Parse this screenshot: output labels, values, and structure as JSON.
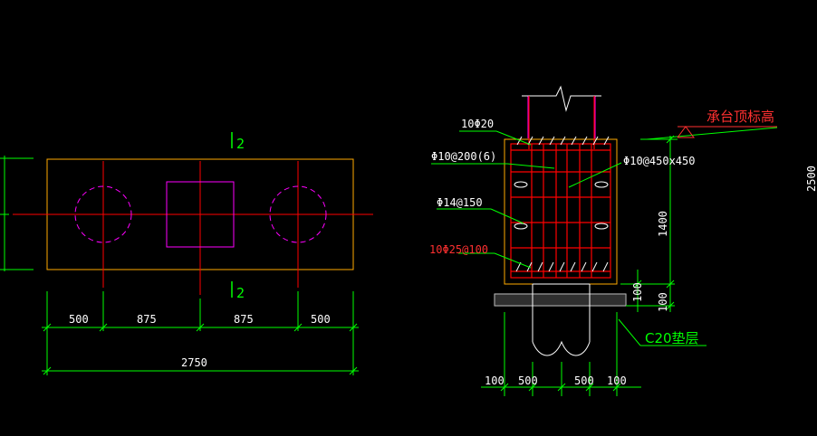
{
  "colors": {
    "background": "#000000",
    "cap_outline": "#ffaa00",
    "axis": "#ff0000",
    "pile": "#ff00ff",
    "column": "#ff00ff",
    "dimension": "#00ff00",
    "dim_text": "#ffffff",
    "rebar_main": "#ff0000",
    "rebar_link": "#ffffff",
    "leader": "#00ff00",
    "label": "#ffffff",
    "label_warn": "#ff3030",
    "section_mark": "#00ff00",
    "elevation": "#ff3030",
    "grade": "#cccccc"
  },
  "plan": {
    "section_mark_top": "2",
    "section_mark_bottom": "2",
    "dimensions": {
      "segments": [
        "500",
        "875",
        "875",
        "500"
      ],
      "total": "2750"
    }
  },
  "section": {
    "labels": {
      "top_rebar": "10Φ20",
      "side_stirrup": "Φ10@200(6)",
      "column_stirrup": "Φ10@450x450",
      "side_bar": "Φ14@150",
      "bottom_rebar": "10Φ25@100",
      "cap_top_elevation": "承台顶标高",
      "cushion_layer": "C20垫层"
    },
    "dimensions": {
      "height": "1400",
      "cushion": "100",
      "cushion_side": "100",
      "bottom_segments": [
        "100",
        "500",
        "500",
        "100"
      ],
      "edge_value": "2500"
    }
  }
}
